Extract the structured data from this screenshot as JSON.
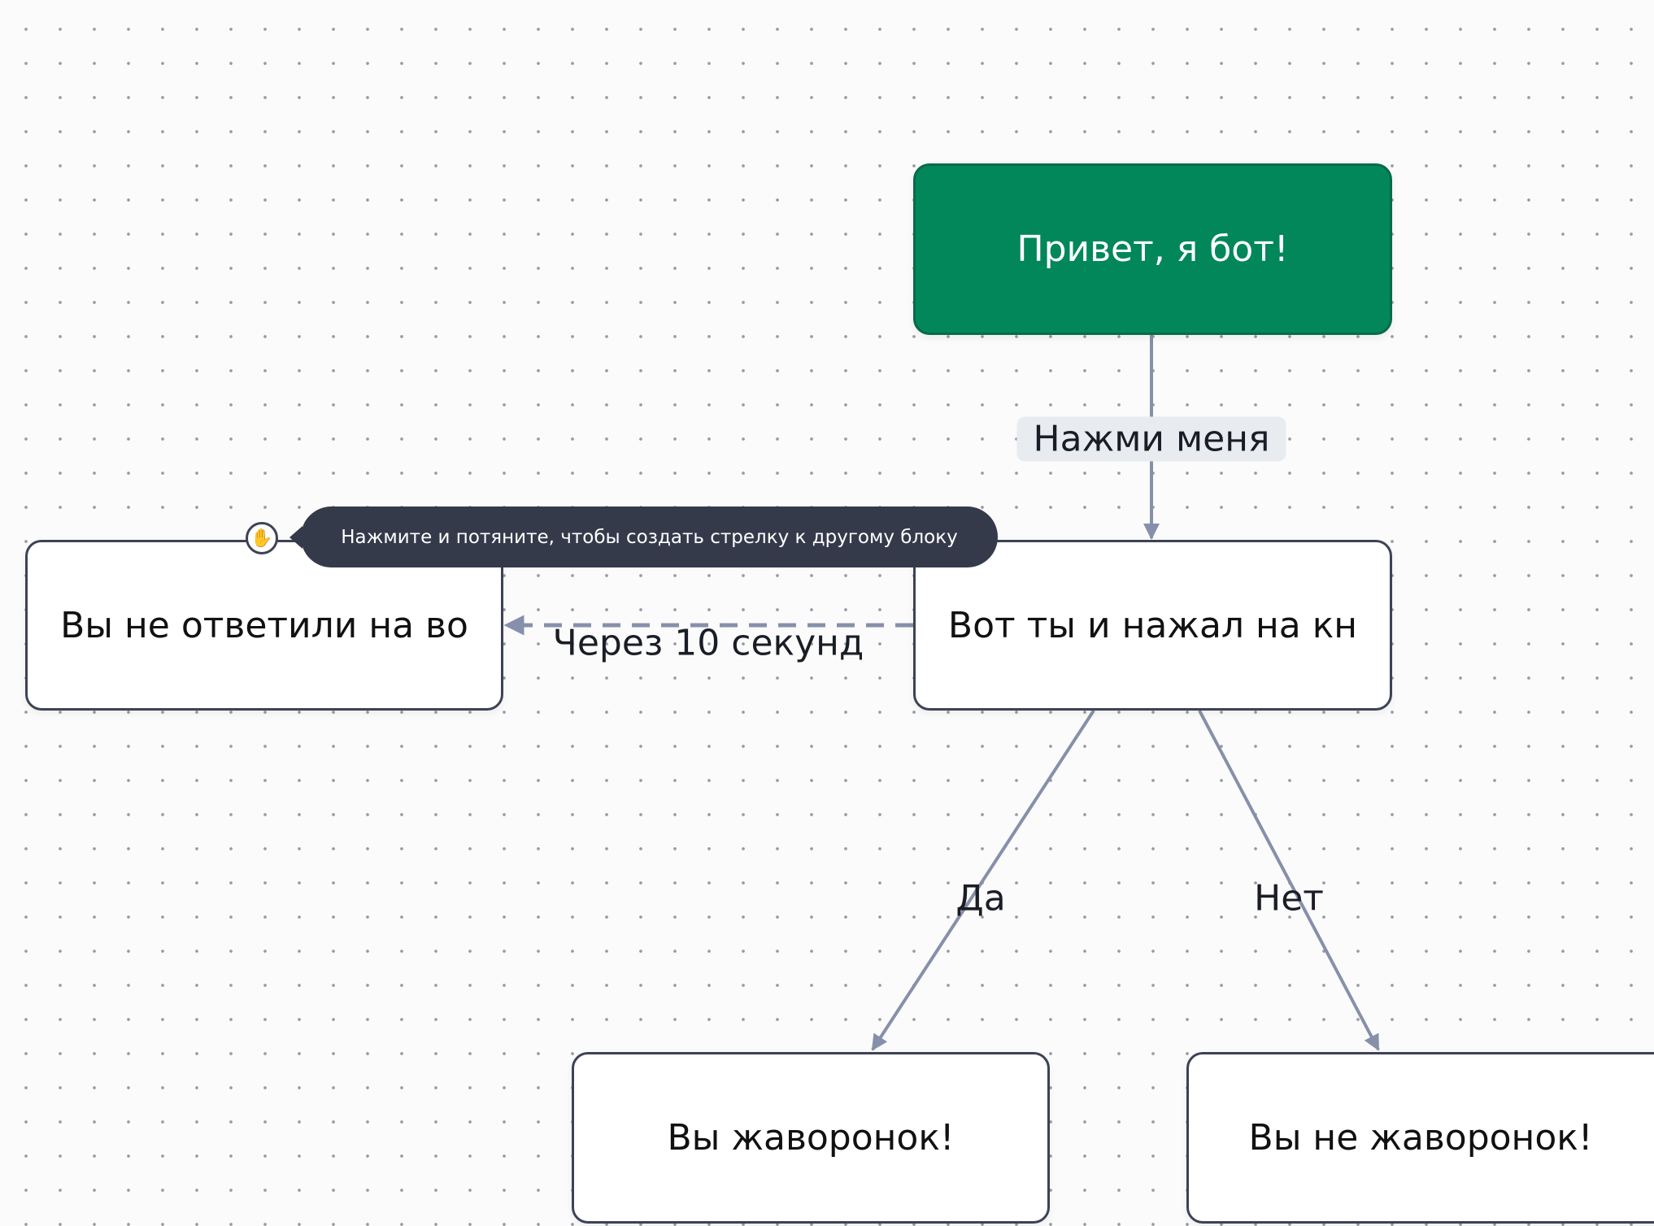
{
  "nodes": {
    "start": "Привет, я бот!",
    "pressed": "Вот ты и нажал на кн",
    "no_answer": "Вы не ответили на во",
    "lark": "Вы жаворонок!",
    "not_lark": "Вы не жаворонок!"
  },
  "edges": {
    "press_me": "Нажми меня",
    "after_10s": "Через 10 секунд",
    "yes": "Да",
    "no": "Нет"
  },
  "tooltip": "Нажмите и потяните, чтобы создать стрелку к другому блоку",
  "colors": {
    "start_node": "#02875a",
    "edge": "#8790aa",
    "border": "#3d4256",
    "tooltip": "#353a4b"
  }
}
